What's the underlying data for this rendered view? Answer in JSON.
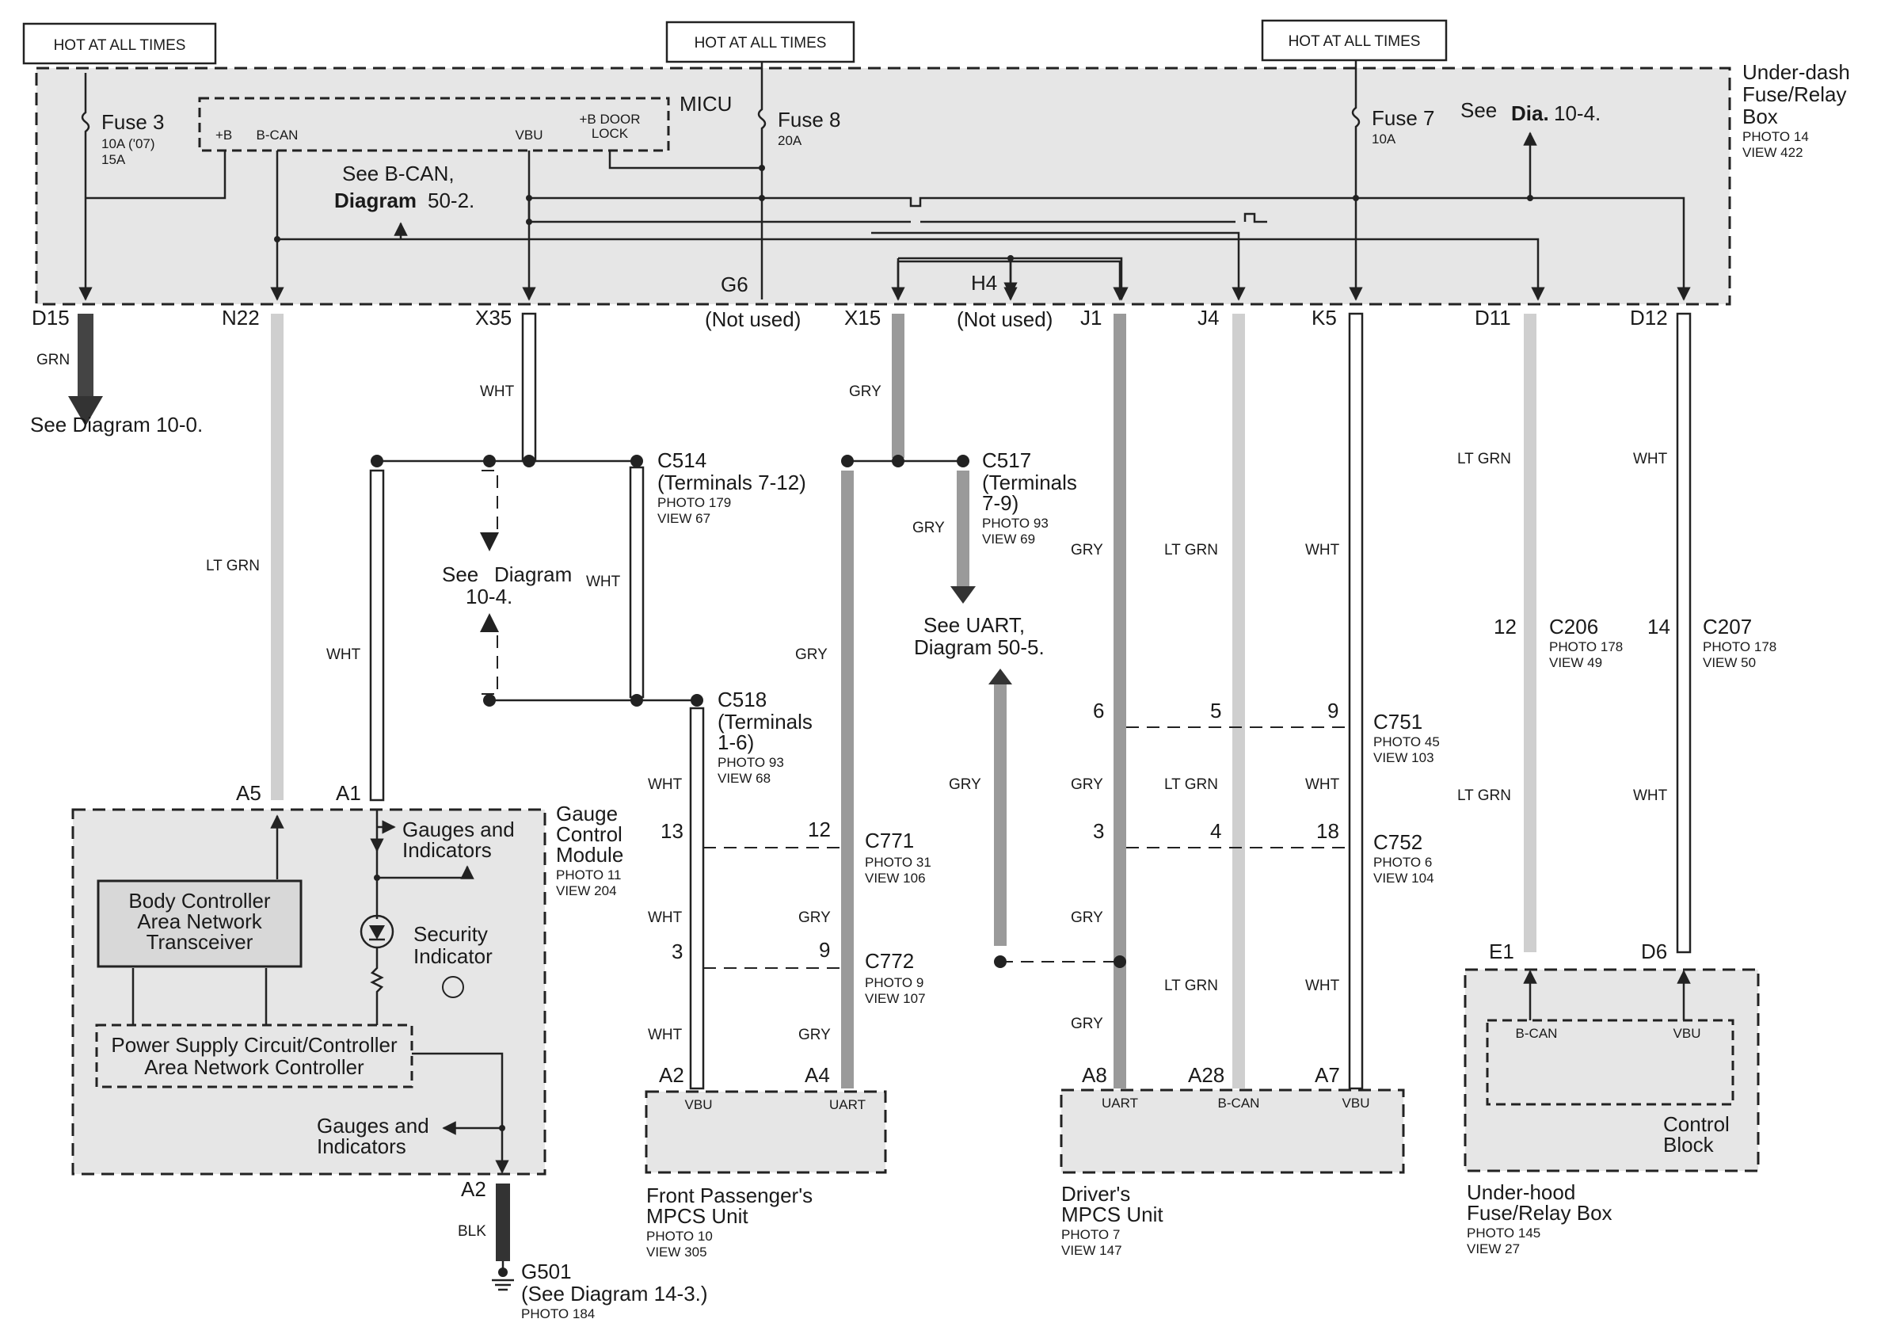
{
  "hot_labels": [
    "HOT AT ALL TIMES",
    "HOT AT ALL TIMES",
    "HOT AT ALL TIMES"
  ],
  "underdash": {
    "title": "Under-dash",
    "title2": "Fuse/Relay",
    "title3": "Box",
    "photo": "PHOTO 14",
    "view": "VIEW 422"
  },
  "fuse3": {
    "name": "Fuse 3",
    "rating1": "10A ('07)",
    "rating2": "15A"
  },
  "fuse8": {
    "name": "Fuse 8",
    "rating": "20A"
  },
  "fuse7": {
    "name": "Fuse 7",
    "rating": "10A"
  },
  "micu": {
    "label": "MICU",
    "pin_b": "+B",
    "pin_bcan": "B-CAN",
    "pin_vbu": "VBU",
    "pin_door1": "+B DOOR",
    "pin_door2": "LOCK"
  },
  "see_bcan": {
    "line1": "See B-CAN,",
    "line2a": "Diagram",
    "line2b": "50-2."
  },
  "see_dia104_top": {
    "a": "See",
    "b": "Dia.",
    "c": "10-4."
  },
  "terminals": {
    "d15": "D15",
    "n22": "N22",
    "x35": "X35",
    "g6": "G6",
    "x15": "X15",
    "h4": "H4",
    "j1": "J1",
    "j4": "J4",
    "k5": "K5",
    "d11": "D11",
    "d12": "D12"
  },
  "not_used": "(Not used)",
  "see_diag100": "See Diagram 10-0.",
  "wire_colors": {
    "grn": "GRN",
    "ltgrn": "LT GRN",
    "wht": "WHT",
    "gry": "GRY",
    "blk": "BLK"
  },
  "c514": {
    "name": "C514",
    "sub": "(Terminals 7-12)",
    "photo": "PHOTO 179",
    "view": "VIEW 67"
  },
  "c517": {
    "name": "C517",
    "sub1": "(Terminals",
    "sub2": "7-9)",
    "photo": "PHOTO 93",
    "view": "VIEW 69"
  },
  "c518": {
    "name": "C518",
    "sub1": "(Terminals",
    "sub2": "1-6)",
    "photo": "PHOTO 93",
    "view": "VIEW 68"
  },
  "see_dia104_mid": {
    "a": "See",
    "b": "Diagram",
    "c": "10-4."
  },
  "see_uart": {
    "line1": "See UART,",
    "line2": "Diagram 50-5."
  },
  "c206": {
    "pin": "12",
    "name": "C206",
    "photo": "PHOTO 178",
    "view": "VIEW 49"
  },
  "c207": {
    "pin": "14",
    "name": "C207",
    "photo": "PHOTO 178",
    "view": "VIEW 50"
  },
  "c751": {
    "name": "C751",
    "photo": "PHOTO 45",
    "view": "VIEW 103",
    "pins": [
      "6",
      "5",
      "9"
    ]
  },
  "c752": {
    "name": "C752",
    "photo": "PHOTO 6",
    "view": "VIEW 104",
    "pins": [
      "3",
      "4",
      "18"
    ]
  },
  "c771": {
    "name": "C771",
    "photo": "PHOTO 31",
    "view": "VIEW 106",
    "pins": [
      "13",
      "12"
    ]
  },
  "c772": {
    "name": "C772",
    "photo": "PHOTO 9",
    "view": "VIEW 107",
    "pins": [
      "3",
      "9"
    ]
  },
  "gauge": {
    "title1": "Gauge",
    "title2": "Control",
    "title3": "Module",
    "photo": "PHOTO 11",
    "view": "VIEW 204",
    "pin_a5": "A5",
    "pin_a1": "A1",
    "pin_a2": "A2",
    "gi1": "Gauges and",
    "gi2": "Indicators",
    "sec1": "Security",
    "sec2": "Indicator",
    "bc1": "Body Controller",
    "bc2": "Area Network",
    "bc3": "Transceiver",
    "ps1": "Power Supply Circuit/Controller",
    "ps2": "Area Network Controller"
  },
  "front_mpcs": {
    "t1": "Front Passenger's",
    "t2": "MPCS Unit",
    "photo": "PHOTO 10",
    "view": "VIEW 305",
    "pin_a2": "A2",
    "pin_a4": "A4",
    "vbu": "VBU",
    "uart": "UART"
  },
  "driver_mpcs": {
    "t1": "Driver's",
    "t2": "MPCS Unit",
    "photo": "PHOTO 7",
    "view": "VIEW 147",
    "pin_a8": "A8",
    "pin_a28": "A28",
    "pin_a7": "A7",
    "uart": "UART",
    "bcan": "B-CAN",
    "vbu": "VBU"
  },
  "underhood": {
    "t1": "Under-hood",
    "t2": "Fuse/Relay Box",
    "photo": "PHOTO 145",
    "view": "VIEW 27",
    "pin_e1": "E1",
    "pin_d6": "D6",
    "bcan": "B-CAN",
    "vbu": "VBU",
    "cb1": "Control",
    "cb2": "Block"
  },
  "g501": {
    "name": "G501",
    "sub": "(See Diagram 14-3.)",
    "photo": "PHOTO 184"
  }
}
